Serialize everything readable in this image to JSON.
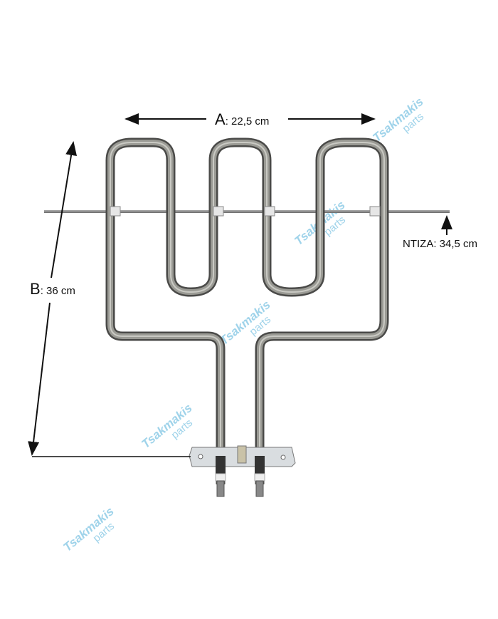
{
  "dimensions": {
    "width": {
      "letter": "A",
      "value": ": 22,5 cm"
    },
    "height": {
      "letter": "B",
      "value": ": 36 cm"
    },
    "rod": {
      "label": "NTIZA: 34,5 cm"
    }
  },
  "watermark": {
    "brand": "Tsakmakis",
    "sub": "parts"
  },
  "colors": {
    "tube": "#8f8f8a",
    "tube_edge": "#4a4a48",
    "watermark": "#9fd3ea"
  }
}
